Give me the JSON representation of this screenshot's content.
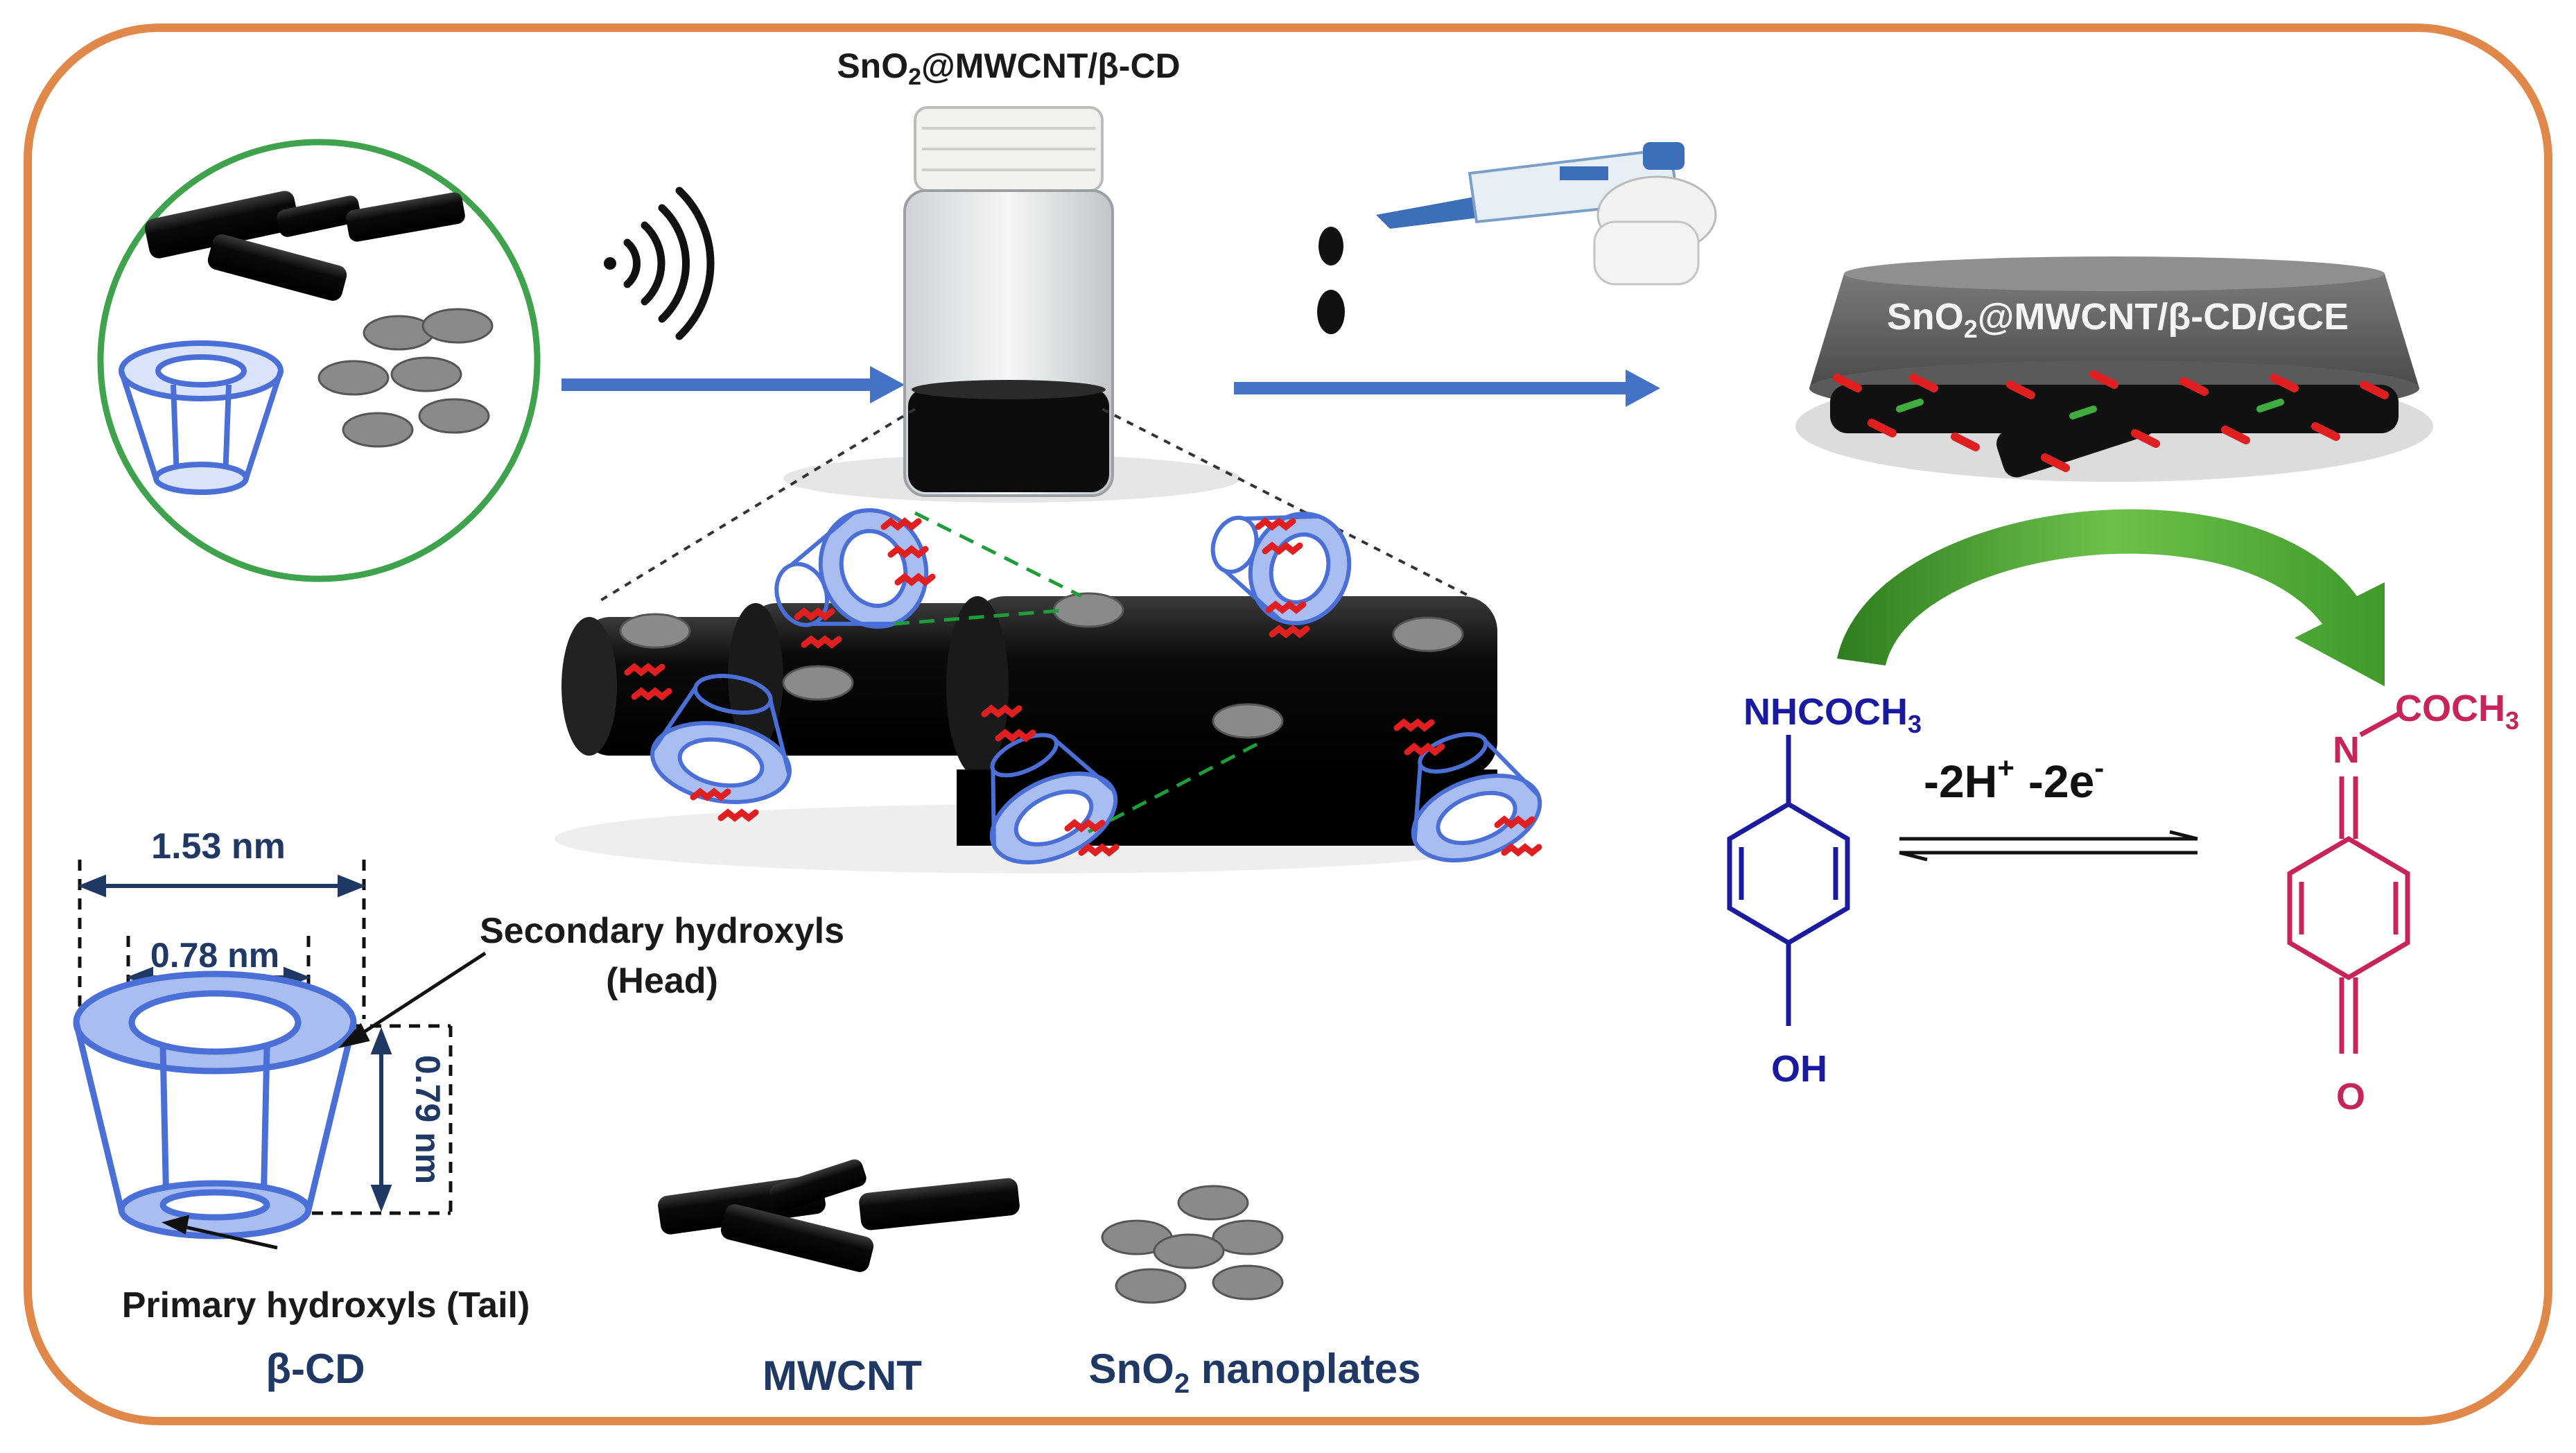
{
  "labels": {
    "vial_title_main": "SnO",
    "vial_title_sub": "2",
    "vial_title_rest": "@MWCNT/β-CD",
    "electrode_main": "SnO",
    "electrode_sub": "2",
    "electrode_rest": "@MWCNT/β-CD/GCE",
    "reactant_group_main": "NHCOCH",
    "reactant_group_sub": "3",
    "reactant_oh": "OH",
    "reaction_h": "-2H",
    "reaction_h_sup": "+",
    "reaction_e": "-2e",
    "reaction_e_sup": "-",
    "product_n": "N",
    "product_group_main": "COCH",
    "product_group_sub": "3",
    "product_o": "O",
    "dim_outer": "1.53 nm",
    "dim_inner": "0.78 nm",
    "dim_height": "0.79 nm",
    "secondary_line1": "Secondary hydroxyls",
    "secondary_line2": "(Head)",
    "primary": "Primary hydroxyls (Tail)",
    "legend_bcd": "β-CD",
    "legend_mwcnt": "MWCNT",
    "legend_sno2_main": "SnO",
    "legend_sno2_sub": "2",
    "legend_sno2_rest": " nanoplates"
  },
  "colors": {
    "frame": "#e0874a",
    "circle": "#3fa34d",
    "arrow_blue": "#4472c4",
    "cd_blue": "#4a6fd6",
    "cd_fill": "#aabdf0",
    "navy": "#1f3864",
    "reactant": "#1a1aa0",
    "product": "#c7245a",
    "green_arrow": "#5aa336",
    "plate": "#8a8a8a",
    "hydroxyl": "#e02020"
  },
  "icons": [
    "sound-wave-icon",
    "pipette-icon",
    "vial-icon",
    "droplet-icon"
  ]
}
